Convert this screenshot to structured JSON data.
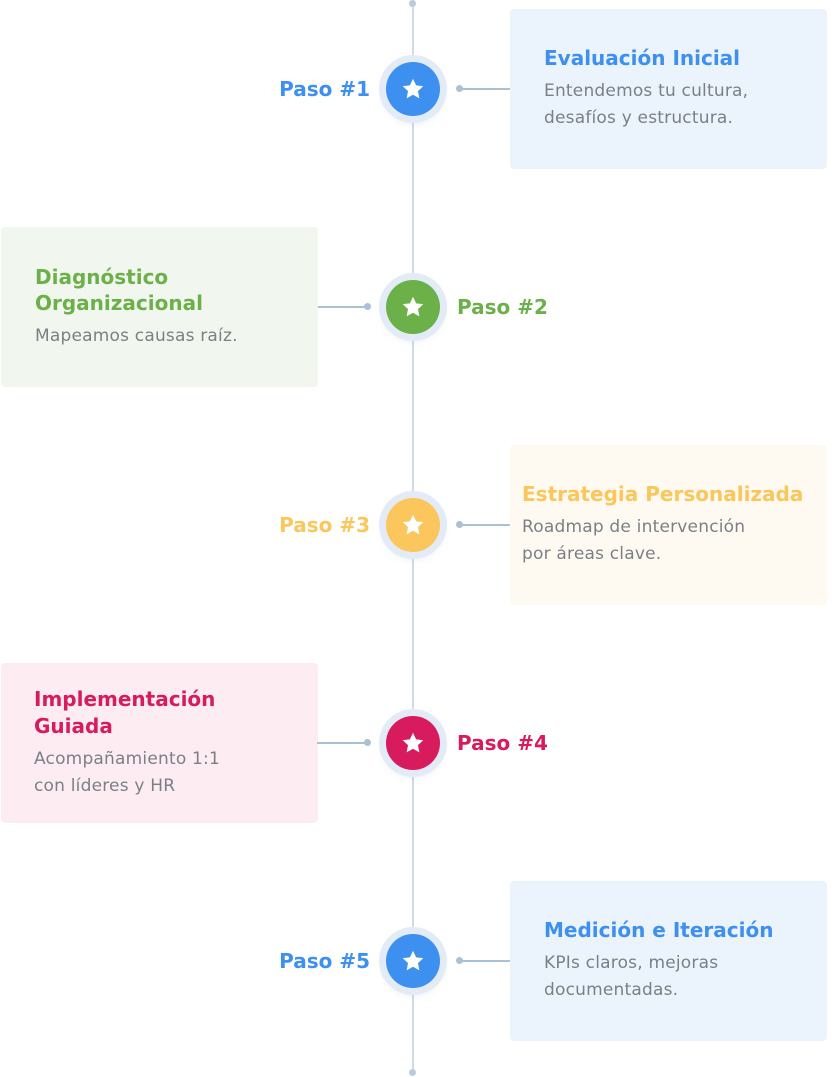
{
  "steps": [
    {
      "label": "Paso #1",
      "title": "Evaluación Inicial",
      "desc": [
        "Entendemos tu cultura,",
        "desafíos y estructura."
      ],
      "side": "right",
      "color": "#3d8ff0",
      "card_bg": "#ebf3fc",
      "icon": "star-icon"
    },
    {
      "label": "Paso #2",
      "title": "Diagnóstico Organizacional",
      "title_lines": [
        "Diagnóstico",
        "Organizacional"
      ],
      "desc": [
        "Mapeamos causas raíz."
      ],
      "side": "left",
      "color": "#6cb04a",
      "card_bg": "#f1f7ee",
      "icon": "star-icon"
    },
    {
      "label": "Paso #3",
      "title": "Estrategia Personalizada",
      "desc": [
        "Roadmap de intervención",
        "por áreas clave."
      ],
      "side": "right",
      "color": "#fbc65c",
      "card_bg": "#fffaf1",
      "icon": "star-icon"
    },
    {
      "label": "Paso #4",
      "title": "Implementación Guiada",
      "title_lines": [
        "Implementación",
        "Guiada"
      ],
      "desc": [
        "Acompañamiento 1:1",
        "con líderes y HR"
      ],
      "side": "left",
      "color": "#d81b5c",
      "card_bg": "#fdedf2",
      "icon": "star-icon"
    },
    {
      "label": "Paso #5",
      "title": "Medición e Iteración",
      "desc": [
        "KPIs claros, mejoras",
        "documentadas."
      ],
      "side": "right",
      "color": "#3d8ff0",
      "card_bg": "#ebf3fc",
      "icon": "star-icon"
    }
  ],
  "colors": {
    "axis": "#cfdbe8",
    "connector": "#a9c0d6",
    "node_shadow": "#e3ecf6"
  }
}
